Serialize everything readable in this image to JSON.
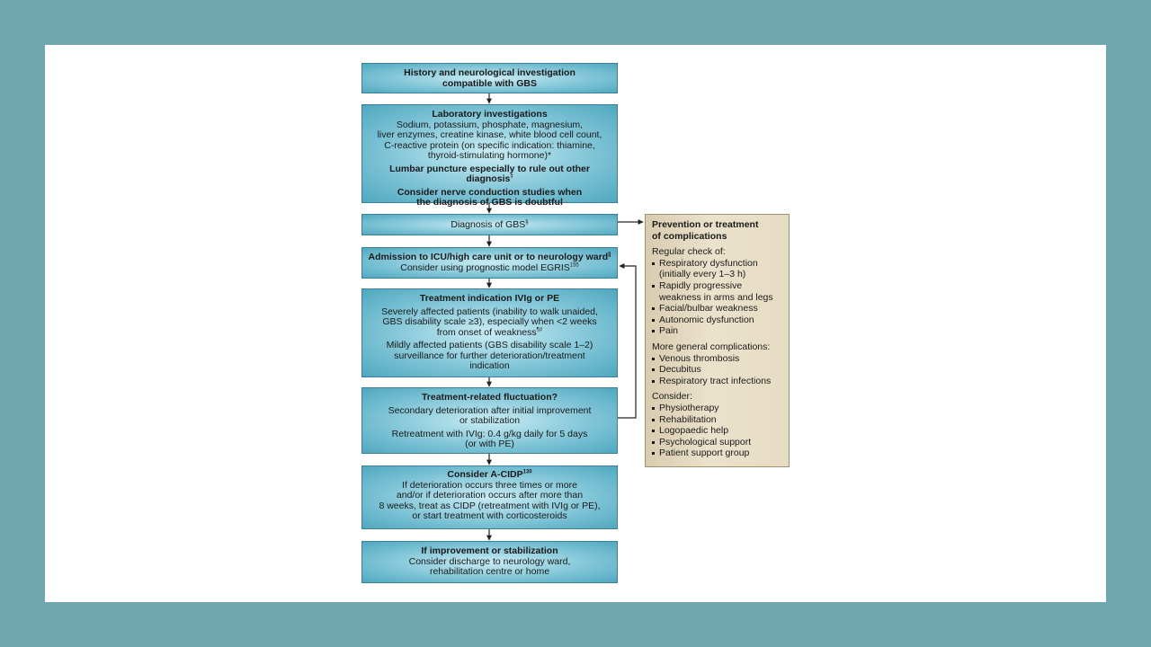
{
  "box1": {
    "title_line1": "History and neurological investigation",
    "title_line2": "compatible with GBS"
  },
  "box2": {
    "title": "Laboratory investigations",
    "lines": [
      "Sodium, potassium, phosphate, magnesium,",
      "liver enzymes, creatine kinase, white blood cell count,",
      "C-reactive protein (on specific indication: thiamine,",
      "thyroid-stimulating hormone)*"
    ],
    "lumbar": "Lumbar puncture especially to rule out other diagnosis",
    "lumbar_sup": "‡",
    "ncs_line1": "Consider nerve conduction studies when",
    "ncs_line2": "the diagnosis of GBS is doubtful"
  },
  "box3": {
    "title": "Diagnosis of GBS",
    "sup": "§"
  },
  "box4": {
    "title": "Admission to ICU/high care unit or to neurology ward",
    "title_sup": "||",
    "line": "Consider using prognostic model EGRIS",
    "line_sup": "155"
  },
  "box5": {
    "title": "Treatment indication IVIg or PE",
    "severe_lines": [
      "Severely affected patients (inability to walk unaided,",
      "GBS disability scale ≥3), especially when <2 weeks"
    ],
    "severe_last": "from onset of weakness",
    "severe_sup": "¶#",
    "mild_lines": [
      "Mildly affected patients (GBS disability scale 1–2)",
      "surveillance for further deterioration/treatment",
      "indication"
    ]
  },
  "box6": {
    "title": "Treatment-related fluctuation?",
    "lines_a": [
      "Secondary deterioration after initial improvement",
      "or stabilization"
    ],
    "lines_b": [
      "Retreatment with IVIg: 0.4 g/kg daily for 5 days",
      "(or with PE)"
    ]
  },
  "box7": {
    "title": "Consider A-CIDP",
    "sup": "130",
    "lines": [
      "If deterioration occurs three times or more",
      "and/or if deterioration occurs after more than",
      "8 weeks, treat as CIDP (retreatment with IVIg or PE),",
      "or start treatment with corticosteroids"
    ]
  },
  "box8": {
    "title": "If improvement or stabilization",
    "lines": [
      "Consider discharge to neurology ward,",
      "rehabilitation centre or home"
    ]
  },
  "side": {
    "title_line1": "Prevention or treatment",
    "title_line2": "of complications",
    "regular_label": "Regular check of:",
    "regular_items": [
      "Respiratory dysfunction",
      "(initially every 1–3 h)",
      "Rapidly progressive",
      "weakness in arms and legs",
      "Facial/bulbar weakness",
      "Autonomic dysfunction",
      "Pain"
    ],
    "general_label": "More general complications:",
    "general_items": [
      "Venous thrombosis",
      "Decubitus",
      "Respiratory tract infections"
    ],
    "consider_label": "Consider:",
    "consider_items": [
      "Physiotherapy",
      "Rehabilitation",
      "Logopaedic help",
      "Psychological support",
      "Patient support group"
    ]
  },
  "colors": {
    "background": "#6fa6b0",
    "box_fill_center": "#c9ecf4",
    "box_fill_edge": "#4fa8c0",
    "side_fill": "#e6dcc3",
    "arrow": "#222222"
  }
}
